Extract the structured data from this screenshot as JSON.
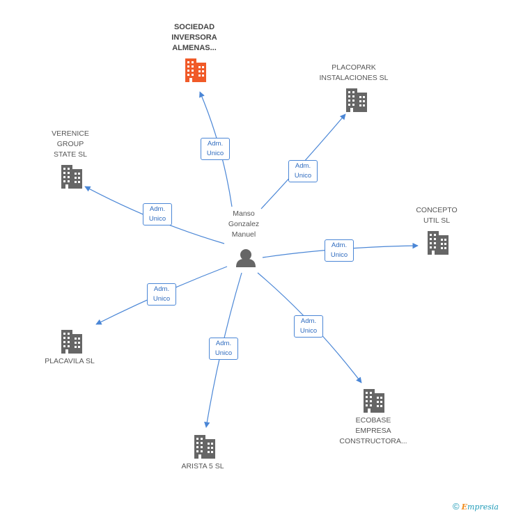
{
  "center": {
    "name_lines": [
      "Manso",
      "Gonzalez",
      "Manuel"
    ],
    "icon": "person-icon"
  },
  "companies": [
    {
      "id": "sociedad",
      "lines": [
        "SOCIEDAD",
        "INVERSORA",
        "ALMENAS..."
      ],
      "highlight": true,
      "icon": "building-icon",
      "color": "#f05a28"
    },
    {
      "id": "placopark",
      "lines": [
        "PLACOPARK",
        "INSTALACIONES SL"
      ],
      "icon": "building-icon",
      "color": "#666666"
    },
    {
      "id": "verenice",
      "lines": [
        "VERENICE",
        "GROUP",
        "STATE SL"
      ],
      "icon": "building-icon",
      "color": "#666666"
    },
    {
      "id": "concepto",
      "lines": [
        "CONCEPTO",
        "UTIL SL"
      ],
      "icon": "building-icon",
      "color": "#666666"
    },
    {
      "id": "placavila",
      "lines": [
        "PLACAVILA SL"
      ],
      "icon": "building-icon",
      "color": "#666666"
    },
    {
      "id": "ecobase",
      "lines": [
        "ECOBASE",
        "EMPRESA",
        "CONSTRUCTORA..."
      ],
      "icon": "building-icon",
      "color": "#666666"
    },
    {
      "id": "arista",
      "lines": [
        "ARISTA 5  SL"
      ],
      "icon": "building-icon",
      "color": "#666666"
    }
  ],
  "relation_label": [
    "Adm.",
    "Unico"
  ],
  "colors": {
    "edge": "#4a86d6",
    "building": "#666666",
    "highlight": "#f05a28",
    "person": "#666666"
  },
  "footer": {
    "copyright": "©",
    "brand_initial": "E",
    "brand_rest": "mpresia"
  }
}
